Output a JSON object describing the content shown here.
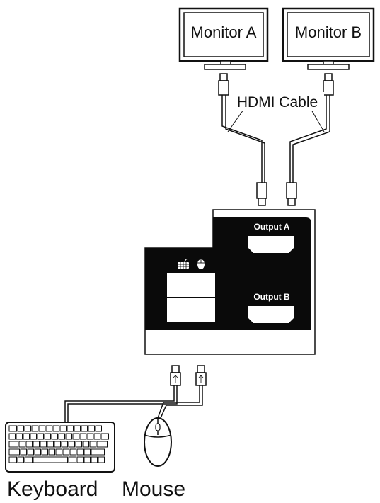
{
  "monitors": {
    "a_label": "Monitor A",
    "b_label": "Monitor B"
  },
  "cable_label": "HDMI Cable",
  "switch_box": {
    "output_a_label": "Output A",
    "output_b_label": "Output B",
    "panel_color": "#0a0a0a",
    "usb_port_color": "#ffffff"
  },
  "peripherals": {
    "keyboard_label": "Keyboard",
    "mouse_label": "Mouse"
  },
  "icons": [
    "keyboard-icon",
    "mouse-icon",
    "hdmi-connector-icon",
    "usb-connector-icon"
  ]
}
